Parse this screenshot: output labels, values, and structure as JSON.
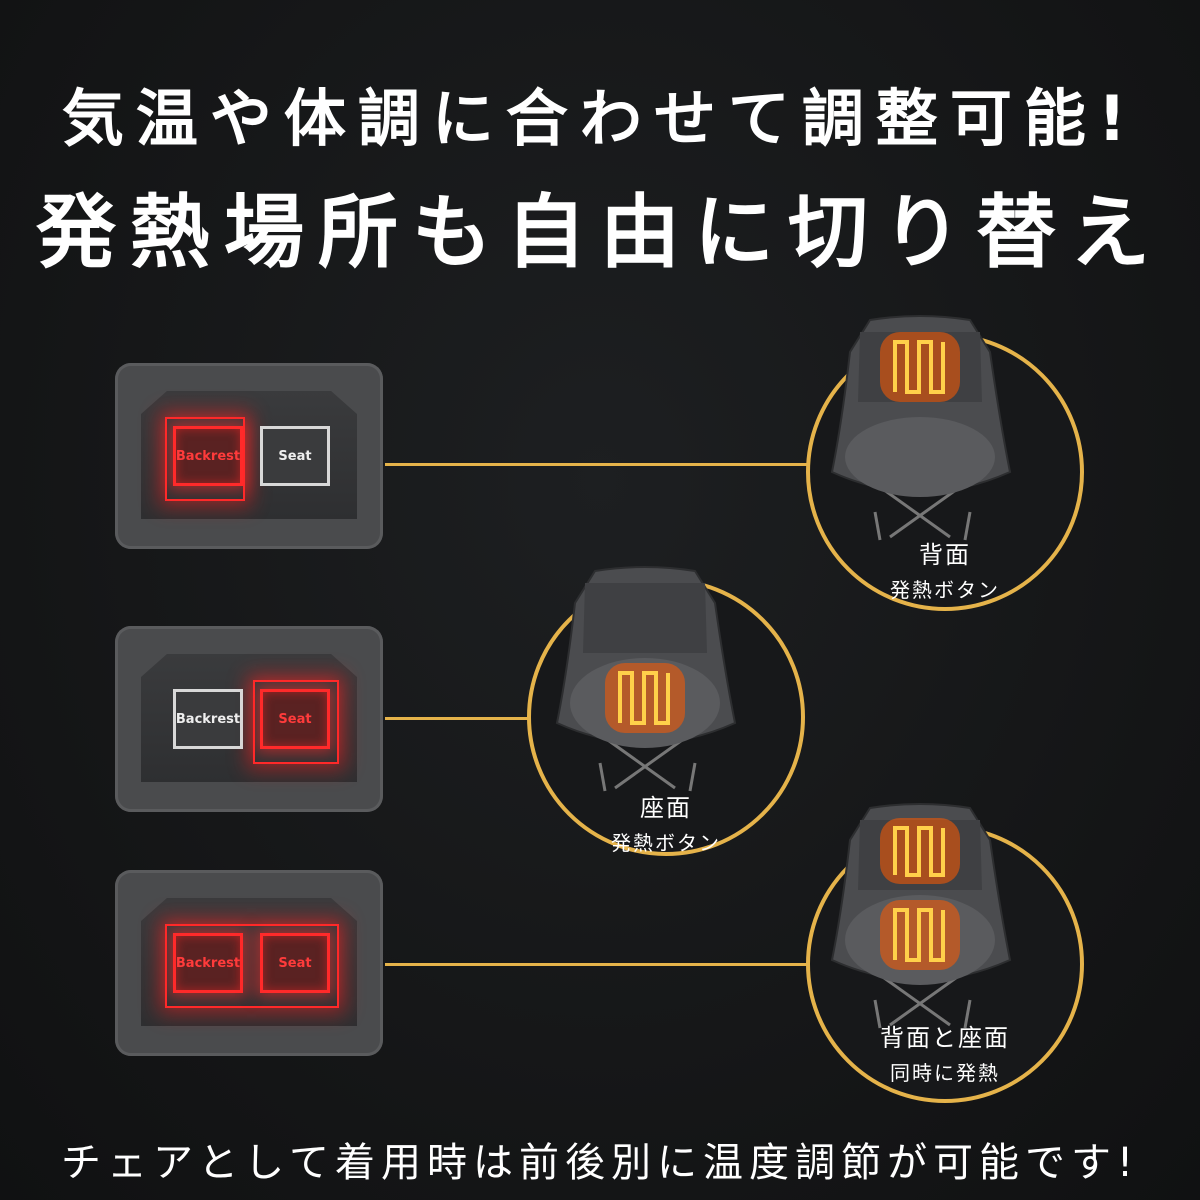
{
  "headline": {
    "line1": "気温や体調に合わせて調整可能!",
    "line2": "発熱場所も自由に切り替え"
  },
  "switches": [
    {
      "left_label": "Backrest",
      "right_label": "Seat",
      "left_on": true,
      "right_on": false
    },
    {
      "left_label": "Backrest",
      "right_label": "Seat",
      "left_on": false,
      "right_on": true
    },
    {
      "left_label": "Backrest",
      "right_label": "Seat",
      "left_on": true,
      "right_on": true
    }
  ],
  "modes": [
    {
      "caption_line1": "背面",
      "caption_line2": "発熱ボタン",
      "heat_back": true,
      "heat_seat": false
    },
    {
      "caption_line1": "座面",
      "caption_line2": "発熱ボタン",
      "heat_back": false,
      "heat_seat": true
    },
    {
      "caption_line1": "背面と座面",
      "caption_line2": "同時に発熱",
      "heat_back": true,
      "heat_seat": true
    }
  ],
  "footer": "チェアとして着用時は前後別に温度調節が可能です!",
  "colors": {
    "background": "#141516",
    "accent_gold": "#e5b34a",
    "heat_red": "#ff2a2a",
    "heat_orange": "#ff6a00"
  },
  "icons": [
    "heating-coil-icon",
    "chair-image"
  ]
}
